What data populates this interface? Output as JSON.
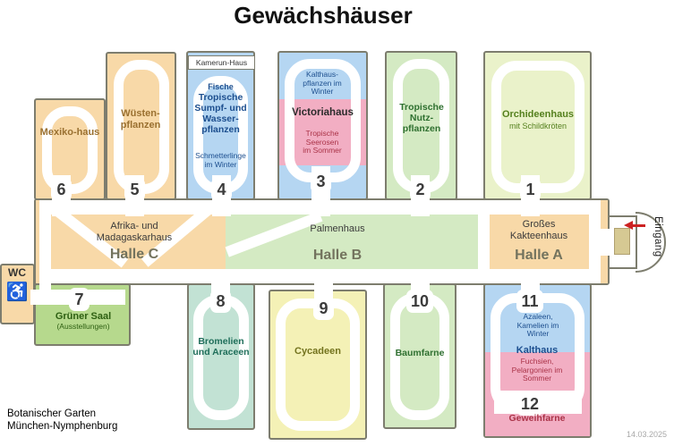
{
  "title": "Gewächshäuser",
  "footer": {
    "org_line1": "Botanischer Garten",
    "org_line2": "München-Nymphenburg",
    "date": "14.03.2025"
  },
  "entrance": {
    "label": "Eingang"
  },
  "wc": {
    "label": "WC",
    "icon": "♿"
  },
  "central": {
    "hall_c": {
      "name": "Afrika- und Madagaskarhaus",
      "label": "Halle C"
    },
    "hall_b": {
      "name": "Palmenhaus",
      "label": "Halle B"
    },
    "hall_a": {
      "name": "Großes Kakteenhaus",
      "label": "Halle A"
    }
  },
  "houses": {
    "h1": {
      "number": "1",
      "name": "Orchideenhaus",
      "sub": "mit Schildkröten"
    },
    "h2": {
      "number": "2",
      "name": "Tropische Nutz-pflanzen"
    },
    "h3": {
      "number": "3",
      "winter": "Kalthaus-pflanzen im Winter",
      "name": "Victoriahaus",
      "summer": "Tropische Seerosen im Sommer"
    },
    "h4": {
      "number": "4",
      "header": "Kamerun-Haus",
      "fische": "Fische",
      "name": "Tropische Sumpf- und Wasser-pflanzen",
      "winter": "Schmetterlinge im Winter"
    },
    "h5": {
      "number": "5",
      "name": "Wüsten-pflanzen"
    },
    "h6": {
      "number": "6",
      "name": "Mexiko-haus"
    },
    "h7": {
      "number": "7",
      "name": "Grüner Saal",
      "sub": "(Ausstellungen)"
    },
    "h8": {
      "number": "8",
      "name": "Bromelien und Araceen"
    },
    "h9": {
      "number": "9",
      "name": "Cycadeen"
    },
    "h10": {
      "number": "10",
      "name": "Baumfarne"
    },
    "h11": {
      "number": "11",
      "winter": "Azaleen, Kamelien im Winter",
      "name": "Kalthaus",
      "summer": "Fuchsien, Pelargonien im Sommer"
    },
    "h12": {
      "number": "12",
      "name": "Geweihfarne"
    }
  },
  "colors": {
    "tan": "#f8d9a8",
    "blue": "#b5d6f2",
    "pink": "#f2aec3",
    "green_light": "#d4eac3",
    "yellow_green": "#eaf2ca",
    "teal": "#c2e2d4",
    "yellow": "#f4f1b6",
    "green_mid": "#b6d98d",
    "border": "#7d7d6e",
    "number": "#3b3b3b",
    "red_arrow": "#cc2222",
    "text_tan": "#9a7030",
    "text_blue": "#1d4f8f",
    "text_green": "#2f7030",
    "text_olive": "#73731e",
    "text_teal": "#1f6e5a",
    "text_darkgreen": "#2e6012",
    "text_red": "#aa3348",
    "text_orchid": "#55801e",
    "hall_label": "#73735e"
  }
}
